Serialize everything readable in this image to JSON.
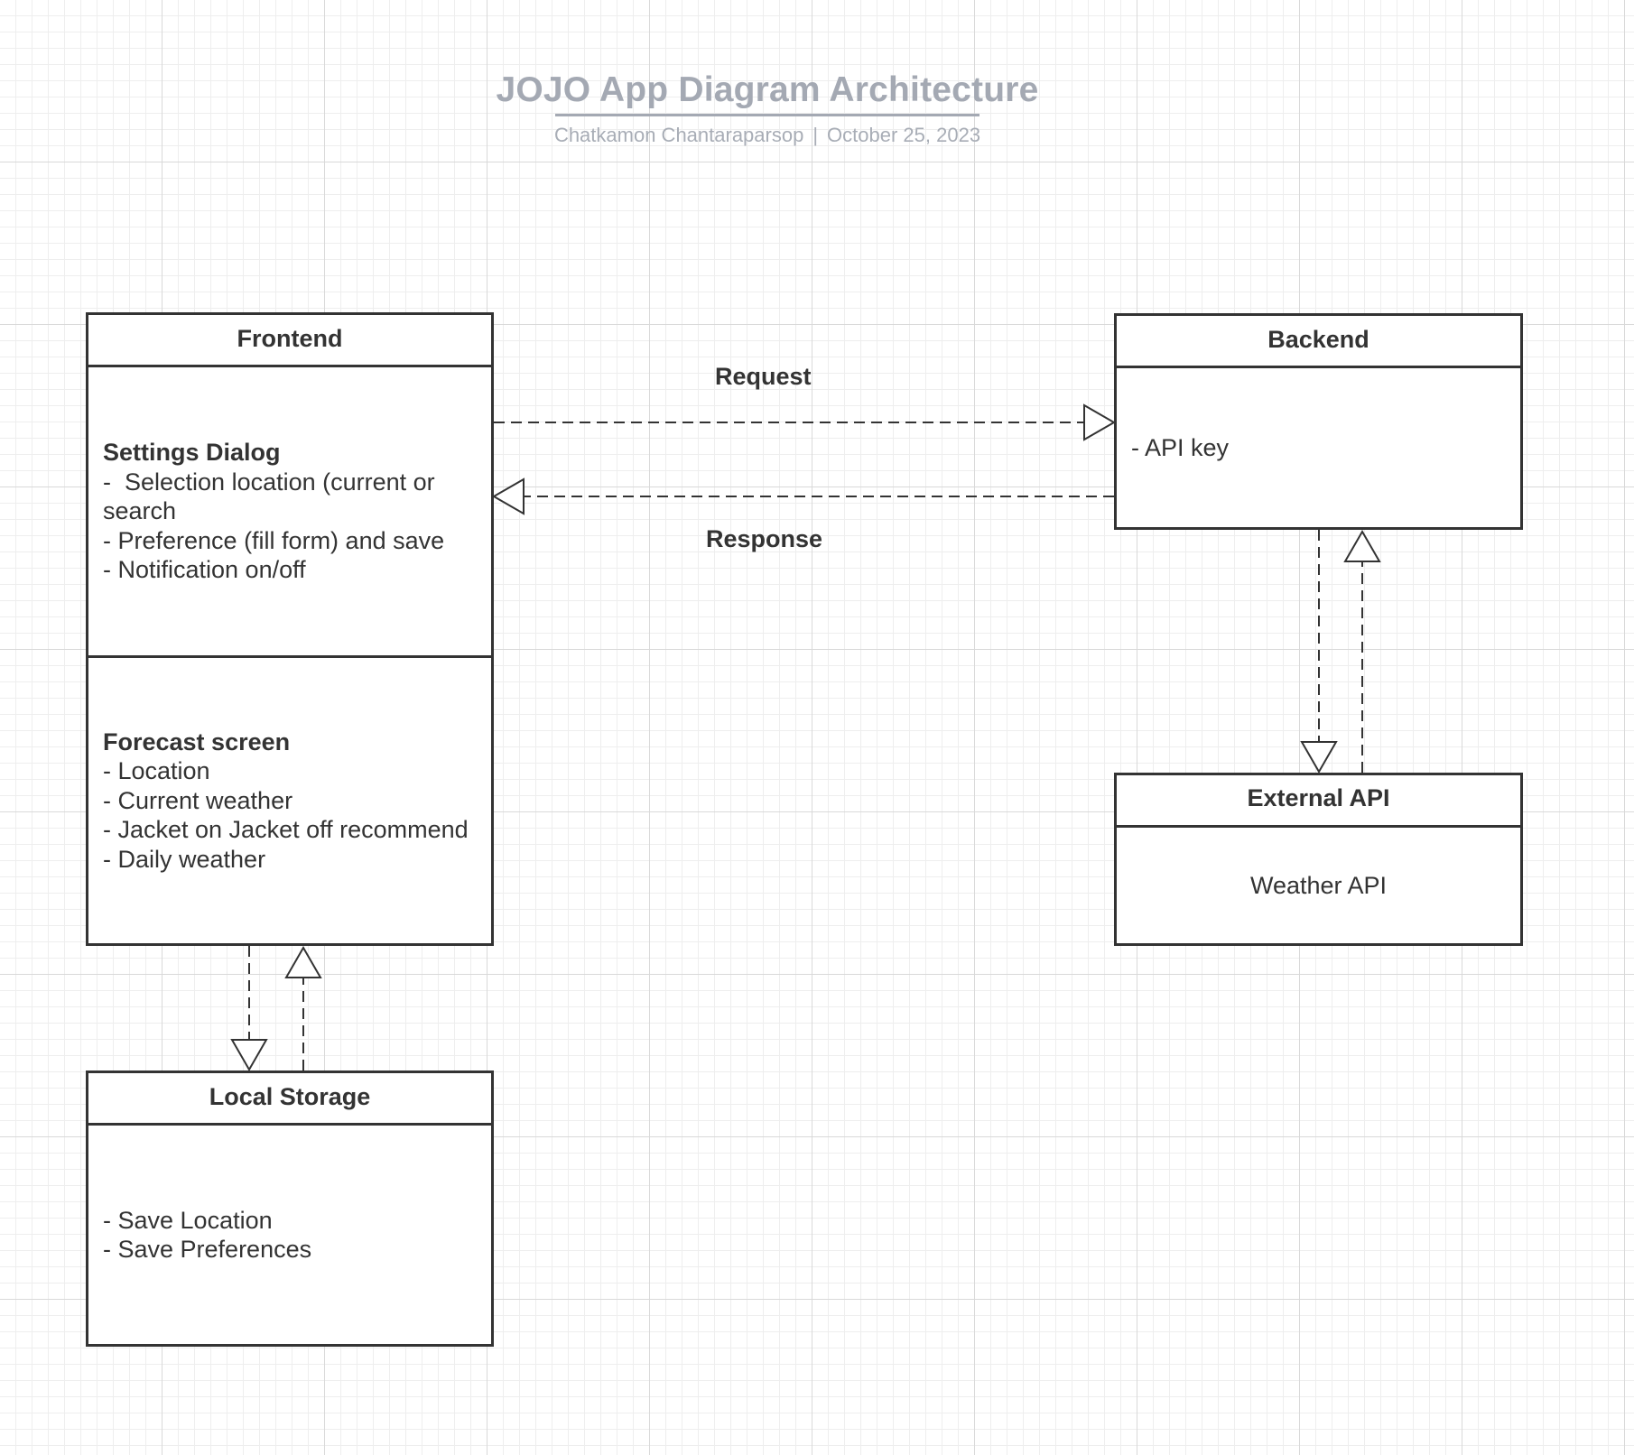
{
  "header": {
    "title": "JOJO App Diagram Architecture",
    "author": "Chatkamon Chantaraparsop",
    "separator": "|",
    "date": "October 25, 2023"
  },
  "frontend": {
    "title": "Frontend",
    "settings": {
      "title": "Settings Dialog",
      "lines": [
        "-  Selection location (current or search",
        "- Preference (fill form) and save",
        "- Notification on/off"
      ]
    },
    "forecast": {
      "title": "Forecast screen",
      "lines": [
        "- Location",
        "- Current weather",
        "- Jacket on Jacket off recommend",
        "- Daily weather"
      ]
    }
  },
  "backend": {
    "title": "Backend",
    "lines": [
      "- API key"
    ]
  },
  "external_api": {
    "title": "External API",
    "lines": [
      "Weather API"
    ]
  },
  "local_storage": {
    "title": "Local Storage",
    "lines": [
      "- Save Location",
      "- Save Preferences"
    ]
  },
  "connectors": {
    "request_label": "Request",
    "response_label": "Response"
  },
  "colors": {
    "line": "#333333",
    "header_text": "#a4a9b3",
    "grid": "#d9d9d9",
    "background": "#ffffff"
  }
}
